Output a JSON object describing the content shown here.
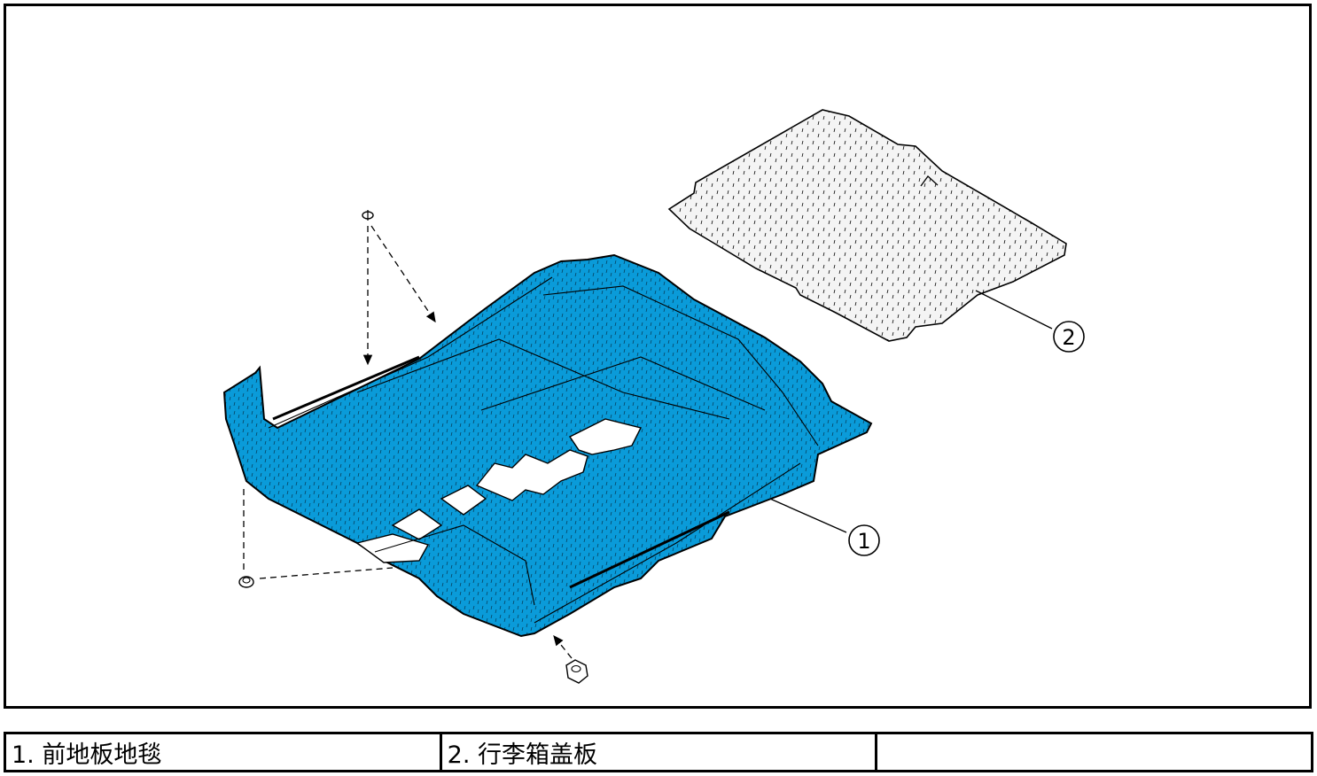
{
  "figure": {
    "callouts": [
      {
        "number": "1"
      },
      {
        "number": "2"
      }
    ],
    "colors": {
      "carpet_fill": "#0a9bd9",
      "carpet_stroke": "#000000",
      "panel_fill": "#f2f2f2",
      "line": "#000000"
    }
  },
  "legend": {
    "items": [
      {
        "label": "1. 前地板地毯"
      },
      {
        "label": "2. 行李箱盖板"
      },
      {
        "label": ""
      }
    ]
  }
}
